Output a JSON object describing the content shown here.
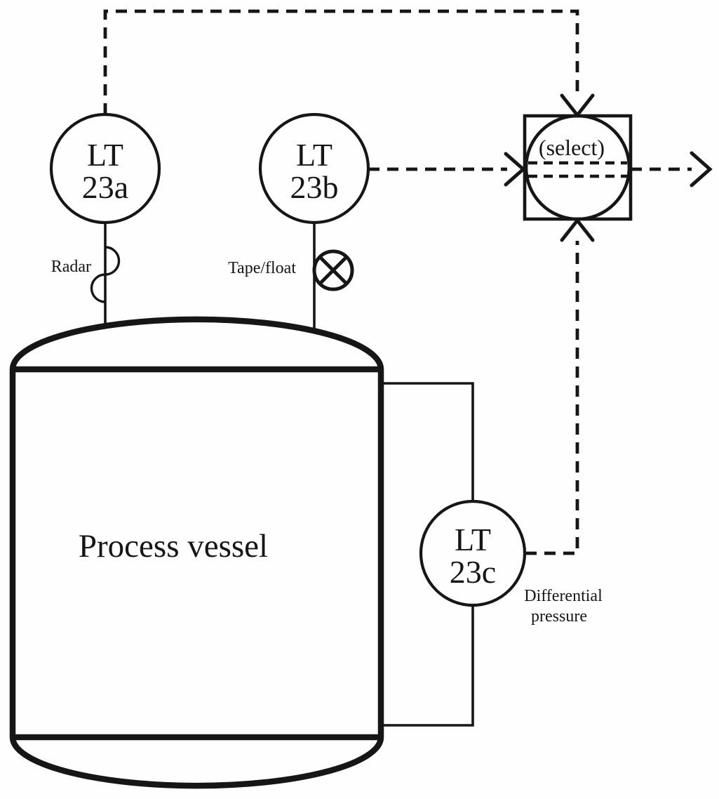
{
  "diagram": {
    "kind": "level-measurement-selector-PID",
    "colors": {
      "line": "#161616",
      "background": "#fefefe"
    },
    "vessel": {
      "label": "Process vessel"
    },
    "instruments": {
      "lt23a": {
        "line1": "LT",
        "line2": "23a",
        "technology": "Radar"
      },
      "lt23b": {
        "line1": "LT",
        "line2": "23b",
        "technology": "Tape/float"
      },
      "lt23c": {
        "line1": "LT",
        "line2": "23c",
        "technology_line1": "Differential",
        "technology_line2": "pressure"
      }
    },
    "selector": {
      "label": "(select)"
    }
  }
}
